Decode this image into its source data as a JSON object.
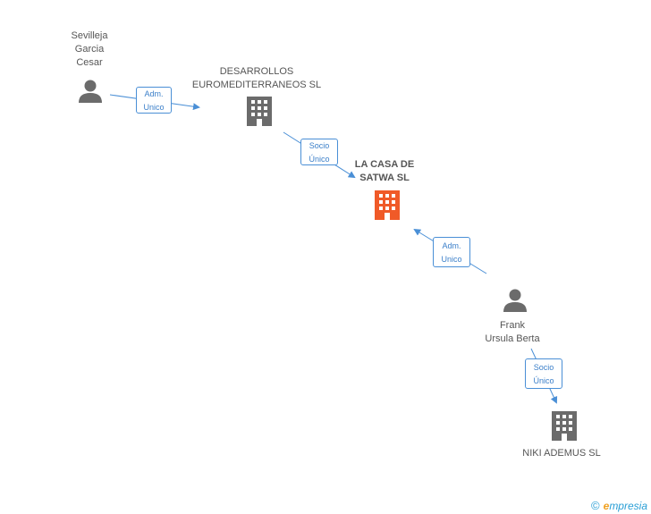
{
  "nodes": {
    "sevilleja": {
      "label": "Sevilleja\nGarcia\nCesar",
      "kind": "person"
    },
    "desarrollos": {
      "label": "DESARROLLOS\nEUROMEDITERRANEOS SL",
      "kind": "company"
    },
    "casa_satwa": {
      "label": "LA CASA DE\nSATWA SL",
      "kind": "company-focus"
    },
    "frank": {
      "label": "Frank\nUrsula Berta",
      "kind": "person"
    },
    "niki": {
      "label": "NIKI ADEMUS SL",
      "kind": "company"
    }
  },
  "relations": [
    {
      "line1": "Adm.",
      "line2": "Unico"
    },
    {
      "line1": "Socio",
      "line2": "Único"
    },
    {
      "line1": "Adm.",
      "line2": "Unico"
    },
    {
      "line1": "Socio",
      "line2": "Único"
    }
  ],
  "colors": {
    "node_gray": "#6b6b6b",
    "focus_orange": "#f05a28",
    "edge_blue": "#4a8fd6"
  },
  "footer": {
    "copyright": "©",
    "brand_e": "e",
    "brand_rest": "mpresia"
  }
}
